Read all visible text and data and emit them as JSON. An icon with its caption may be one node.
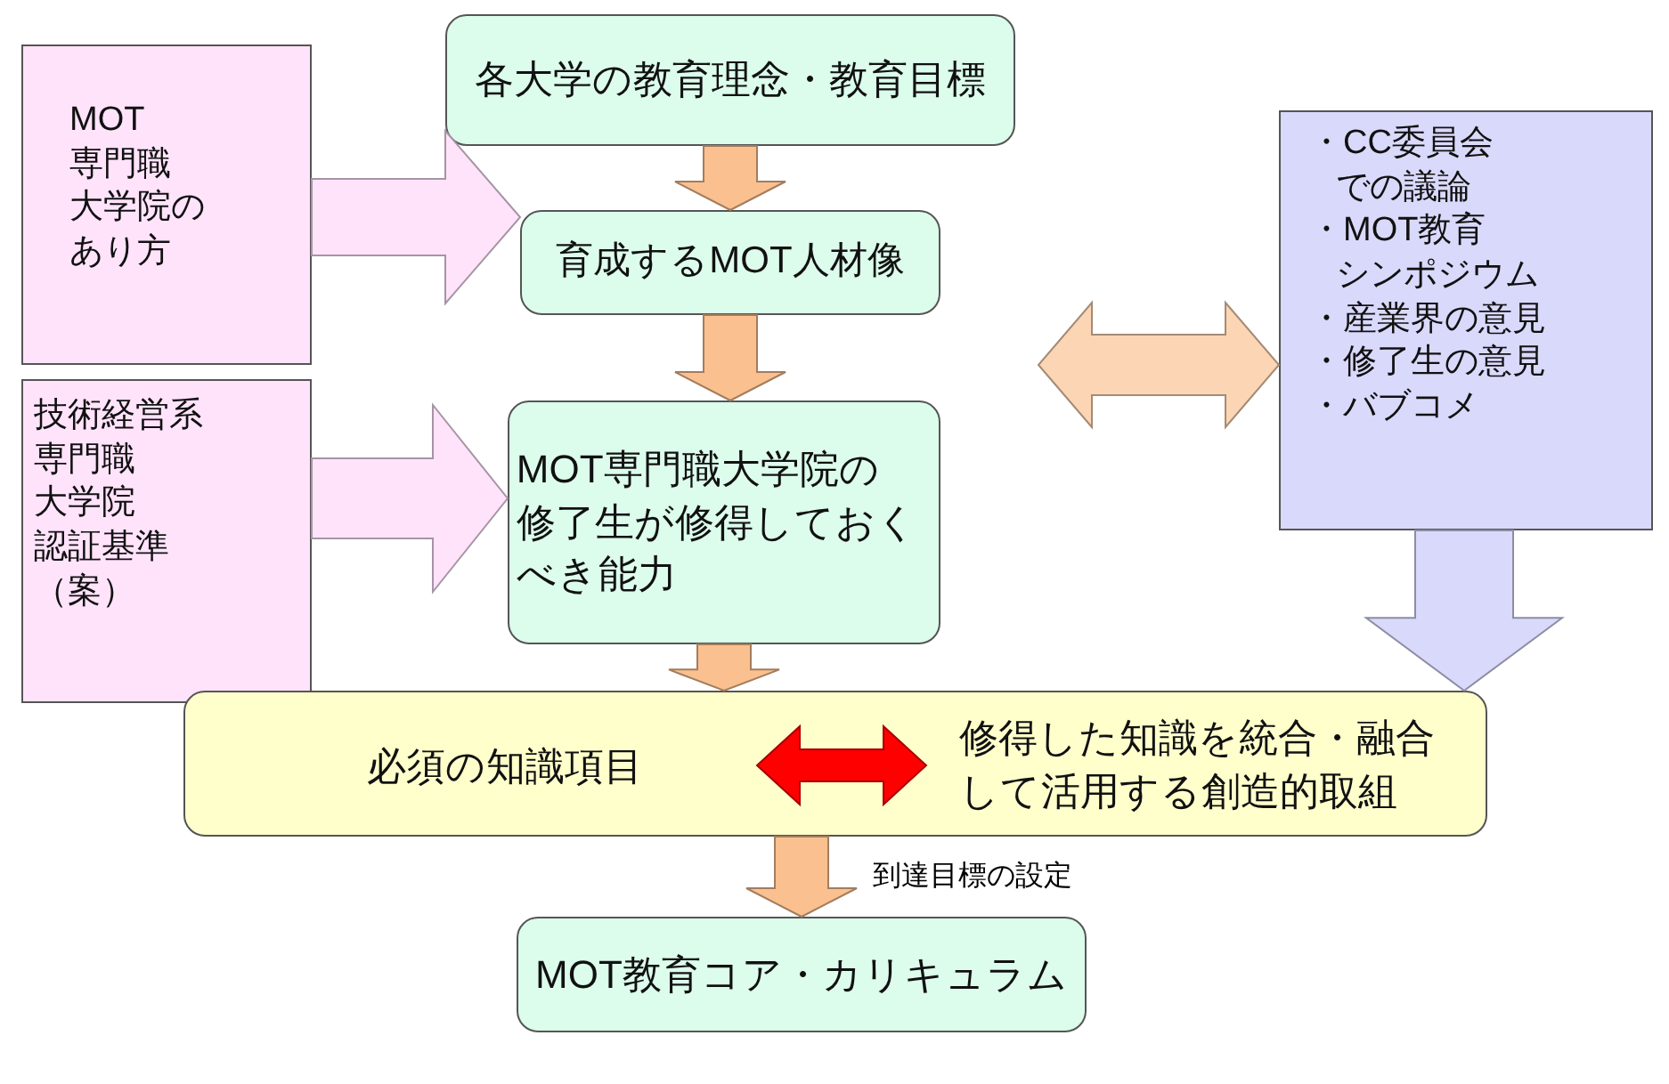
{
  "diagram": {
    "nodes": [
      {
        "text": [
          "各大学の教育理念・教育目標"
        ]
      },
      {
        "text": [
          "育成するMOT人材像"
        ]
      },
      {
        "text": [
          "MOT専門職大学院の修了生が修得しておくべき能力"
        ]
      },
      {
        "text": [
          "MOT専門職大学院のあり方"
        ]
      },
      {
        "text": [
          "技術経営系専門職大学院認証基準（案）"
        ]
      },
      {
        "text": [
          "・CC委員会での議論",
          "・MOT教育シンポジウム",
          "・産業界の意見",
          "・修了生の意見",
          "・バブコメ"
        ]
      },
      {
        "text": [],
        "shape": "box"
      },
      {
        "text": [
          "必須の知識項目"
        ],
        "in": 6
      },
      {
        "text": [
          "修得した知識を統合・融合して活用する創造的取組"
        ],
        "in": 6
      },
      {
        "text": [
          "MOT教育コア・カリキュラム"
        ]
      }
    ],
    "edges": [
      {
        "from": 3,
        "to": 1,
        "arrow": "to",
        "color": "#ffe3fb"
      },
      {
        "from": 0,
        "to": 1,
        "arrow": "to"
      },
      {
        "from": 1,
        "to": 2,
        "arrow": "to"
      },
      {
        "from": 1,
        "to": 5,
        "arrow": "both"
      },
      {
        "from": 5,
        "to": 6,
        "arrow": "to",
        "color": "#d9d9fb"
      },
      {
        "from": 4,
        "to": 2,
        "arrow": "to",
        "color": "#ffe3fb"
      },
      {
        "from": 2,
        "to": 6,
        "arrow": "to"
      },
      {
        "from": 7,
        "to": 8,
        "arrow": "both",
        "color": "#ff0000"
      },
      {
        "from": 6,
        "to": 9,
        "arrow": "to",
        "label": "到達目標の設定"
      }
    ]
  }
}
